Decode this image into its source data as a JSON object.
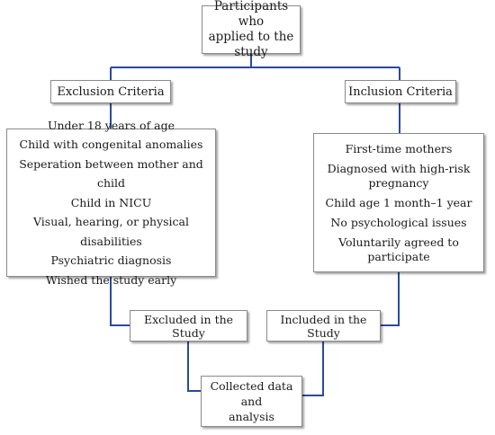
{
  "colors": {
    "connector": "#2b4a9e",
    "box_border": "#8a8a8a",
    "text": "#1a1a1a"
  },
  "diagram": {
    "top": {
      "lines": [
        "Participants who",
        "applied to the",
        "study"
      ]
    },
    "exclusion_header": "Exclusion Criteria",
    "inclusion_header": "Inclusion Criteria",
    "exclusion_items": [
      "Under 18 years of age",
      "Child with congenital anomalies",
      "Seperation between mother and child",
      "Child in NICU",
      "Visual, hearing, or physical disabilities",
      "Psychiatric diagnosis",
      "Wished the study early"
    ],
    "inclusion_items": [
      "First-time mothers",
      "Diagnosed with high-risk pregnancy",
      "Child age 1 month–1 year",
      "No psychological issues",
      "Voluntarily agreed to participate"
    ],
    "excluded": "Excluded in the Study",
    "included": "Included in the Study",
    "collected": {
      "lines": [
        "Collected data and",
        "analysis"
      ]
    }
  }
}
